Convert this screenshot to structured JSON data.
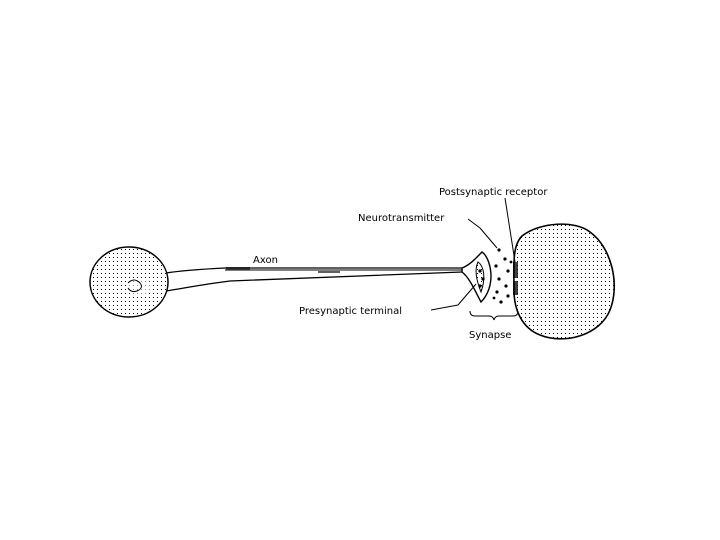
{
  "labels": {
    "axon": "Axon",
    "postsynaptic_receptor": "Postsynaptic receptor",
    "neurotransmitter": "Neurotransmitter",
    "presynaptic_terminal": "Presynaptic terminal",
    "synapse": "Synapse"
  }
}
